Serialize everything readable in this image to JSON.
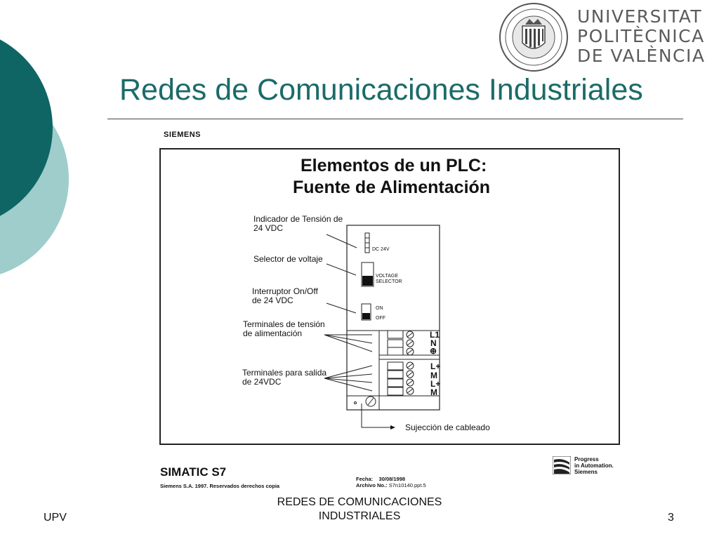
{
  "colors": {
    "accent": "#1b6b68",
    "accent_dark": "#0e6564",
    "accent_light": "#9ecdcc"
  },
  "university": {
    "name_lines": [
      "UNIVERSITAT",
      "POLITÈCNICA",
      "DE VALÈNCIA"
    ]
  },
  "slide": {
    "title": "Redes de Comunicaciones Industriales"
  },
  "figure": {
    "brand": "SIEMENS",
    "heading_lines": [
      "Elementos de un PLC:",
      "Fuente de Alimentación"
    ],
    "labels": {
      "voltage_indicator": "Indicador de Tensión de\n24 VDC",
      "voltage_selector": "Selector de voltaje",
      "switch": "Interruptor On/Off\nde 24 VDC",
      "supply_terminals": "Terminales de tensión\nde alimentación",
      "output_terminals": "Terminales para salida\nde  24VDC",
      "cable_fixing": "Sujección de cableado"
    },
    "device": {
      "led_text": "DC 24V",
      "selector_text": "VOLTAGE\nSELECTOR",
      "on_text": "ON",
      "off_text": "OFF",
      "terminals": [
        "L1",
        "N",
        "⊕",
        "L+",
        "M",
        "L+",
        "M"
      ]
    },
    "footer": {
      "product": "SIMATIC S7",
      "copyright": "Siemens S.A. 1997. Reservados derechos copia",
      "date_label": "Fecha:",
      "date_value": "30/08/1998",
      "file_label": "Archivo No.:",
      "file_value": "S7n10140.ppt.5",
      "progress_lines": [
        "Progress",
        "in Automation.",
        "Siemens"
      ]
    }
  },
  "footer": {
    "left": "UPV",
    "center": "REDES DE COMUNICACIONES\nINDUSTRIALES",
    "page_number": "3"
  }
}
